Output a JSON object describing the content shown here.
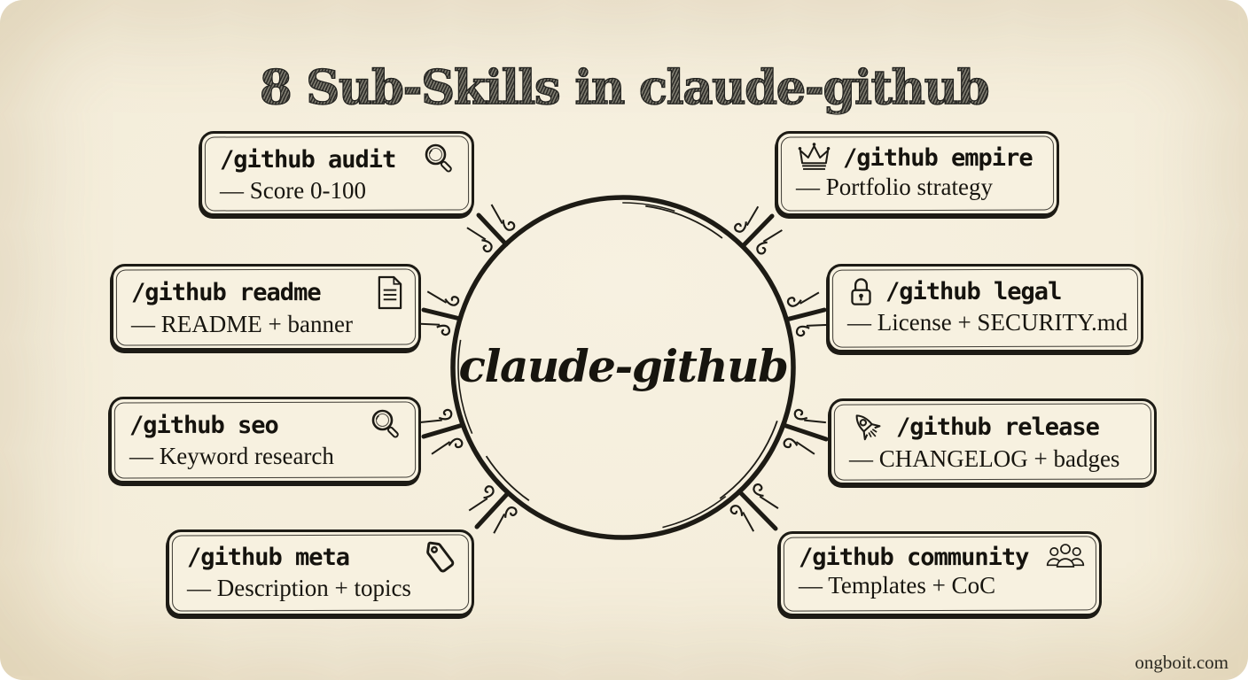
{
  "title": "8 Sub-Skills in claude-github",
  "hub": {
    "label": "claude-github"
  },
  "footer": {
    "watermark": "ongboit.com"
  },
  "colors": {
    "ink": "#1d1b15",
    "paper_center": "#f5eedc",
    "paper_edge": "#c9b185",
    "card_bg": "#f7f1e0"
  },
  "cards": [
    {
      "id": "audit",
      "title": "/github audit",
      "subtitle": "— Score 0-100",
      "icon": "magnifier-icon",
      "icon_side": "right"
    },
    {
      "id": "empire",
      "title": "/github empire",
      "subtitle": "— Portfolio strategy",
      "icon": "crown-icon",
      "icon_side": "left"
    },
    {
      "id": "readme",
      "title": "/github readme",
      "subtitle": "— README + banner",
      "icon": "document-icon",
      "icon_side": "right"
    },
    {
      "id": "legal",
      "title": "/github legal",
      "subtitle": "— License + SECURITY.md",
      "icon": "lock-icon",
      "icon_side": "left"
    },
    {
      "id": "seo",
      "title": "/github seo",
      "subtitle": "— Keyword research",
      "icon": "magnifier-icon",
      "icon_side": "right"
    },
    {
      "id": "release",
      "title": "/github release",
      "subtitle": "— CHANGELOG + badges",
      "icon": "rocket-icon",
      "icon_side": "left"
    },
    {
      "id": "meta",
      "title": "/github meta",
      "subtitle": "— Description + topics",
      "icon": "tag-icon",
      "icon_side": "right"
    },
    {
      "id": "community",
      "title": "/github community",
      "subtitle": "— Templates + CoC",
      "icon": "people-icon",
      "icon_side": "right"
    }
  ]
}
